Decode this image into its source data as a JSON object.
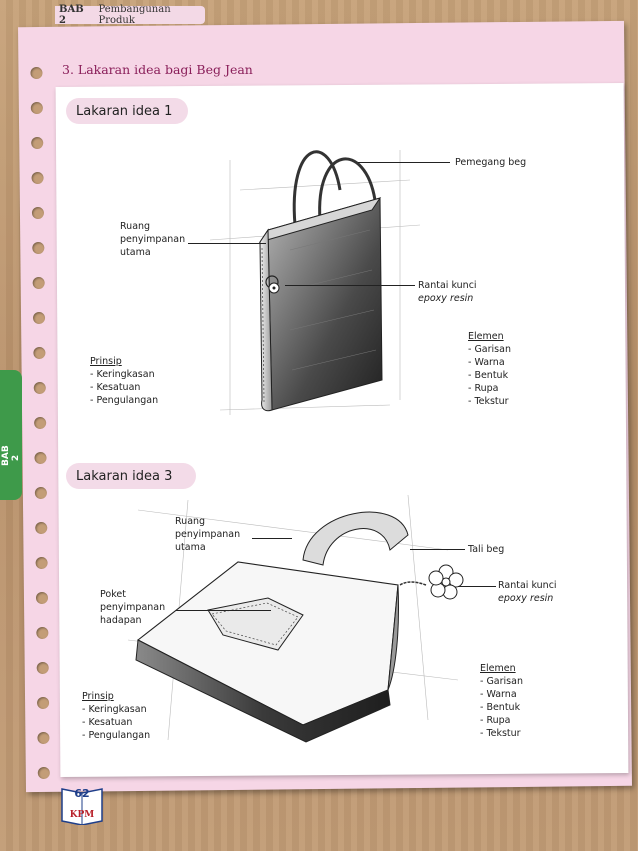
{
  "header": {
    "chapter": "BAB 2",
    "title": "Pembangunan Produk"
  },
  "section_title": "3. Lakaran idea bagi Beg Jean",
  "side_tab": "BAB 2",
  "idea1": {
    "banner": "Lakaran idea 1",
    "label_holder": "Pemegang beg",
    "label_storage": [
      "Ruang",
      "penyimpanan",
      "utama"
    ],
    "label_chain": "Rantai kunci",
    "label_chain_sub": "epoxy resin",
    "principles_title": "Prinsip",
    "principles": [
      "- Keringkasan",
      "- Kesatuan",
      "- Pengulangan"
    ],
    "elements_title": "Elemen",
    "elements": [
      "- Garisan",
      "- Warna",
      "- Bentuk",
      "- Rupa",
      "- Tekstur"
    ]
  },
  "idea3": {
    "banner": "Lakaran idea 3",
    "label_storage": [
      "Ruang",
      "penyimpanan",
      "utama"
    ],
    "label_strap": "Tali beg",
    "label_chain": "Rantai kunci",
    "label_chain_sub": "epoxy resin",
    "label_pocket": [
      "Poket",
      "penyimpanan",
      "hadapan"
    ],
    "principles_title": "Prinsip",
    "principles": [
      "- Keringkasan",
      "- Kesatuan",
      "- Pengulangan"
    ],
    "elements_title": "Elemen",
    "elements": [
      "- Garisan",
      "- Warna",
      "- Bentuk",
      "- Rupa",
      "- Tekstur"
    ]
  },
  "footer": {
    "page_number": "62",
    "publisher": "KPM"
  }
}
